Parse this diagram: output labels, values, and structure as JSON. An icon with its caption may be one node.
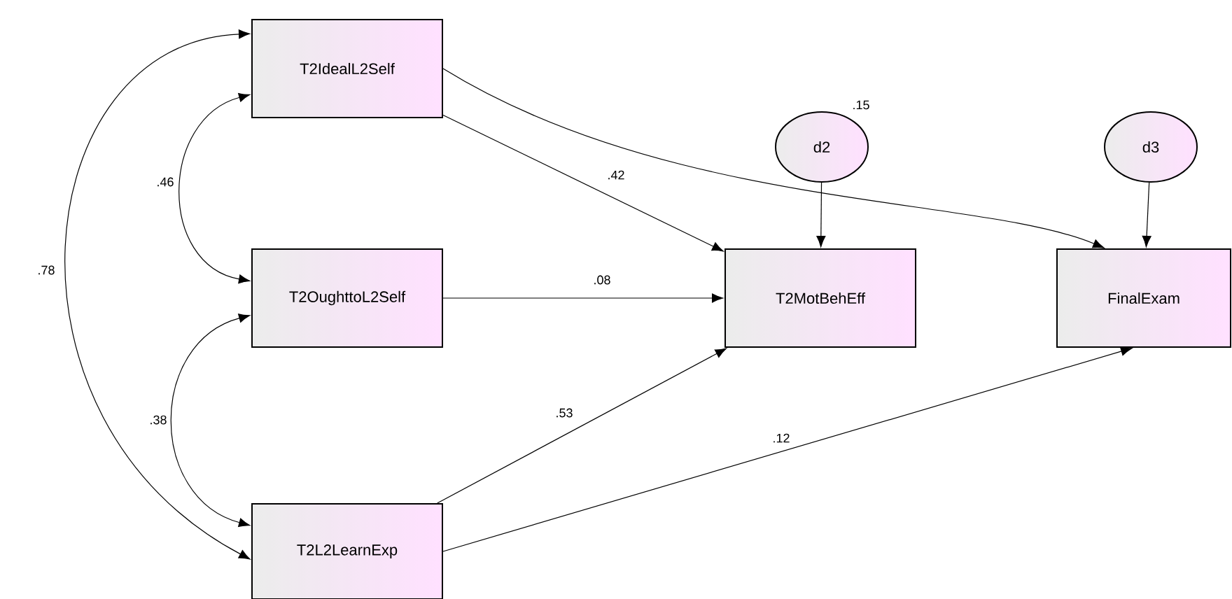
{
  "diagram": {
    "nodes": [
      {
        "text": [
          "T2IdealL2Self"
        ]
      },
      {
        "text": [
          "T2OughttoL2Self"
        ]
      },
      {
        "text": [
          "T2L2LearnExp"
        ]
      },
      {
        "text": [
          "T2MotBehEff"
        ]
      },
      {
        "text": [
          "FinalExam"
        ]
      },
      {
        "text": [
          "d2"
        ],
        "beside": [
          ".15"
        ]
      },
      {
        "text": [
          "d3"
        ]
      }
    ],
    "edges": [
      {
        "from": 0,
        "to": 1,
        "arrow": "both",
        "label": ".46"
      },
      {
        "from": 1,
        "to": 2,
        "arrow": "both",
        "label": ".38"
      },
      {
        "from": 0,
        "to": 2,
        "arrow": "both",
        "label": ".78"
      },
      {
        "from": 0,
        "to": 3,
        "arrow": "to",
        "label": ".42"
      },
      {
        "from": 1,
        "to": 3,
        "arrow": "to",
        "label": ".08"
      },
      {
        "from": 2,
        "to": 3,
        "arrow": "to",
        "label": ".53"
      },
      {
        "from": 0,
        "to": 4,
        "arrow": "to"
      },
      {
        "from": 2,
        "to": 4,
        "arrow": "to",
        "label": ".12"
      },
      {
        "from": 5,
        "to": 3,
        "arrow": "to"
      },
      {
        "from": 6,
        "to": 4,
        "arrow": "to"
      }
    ]
  }
}
